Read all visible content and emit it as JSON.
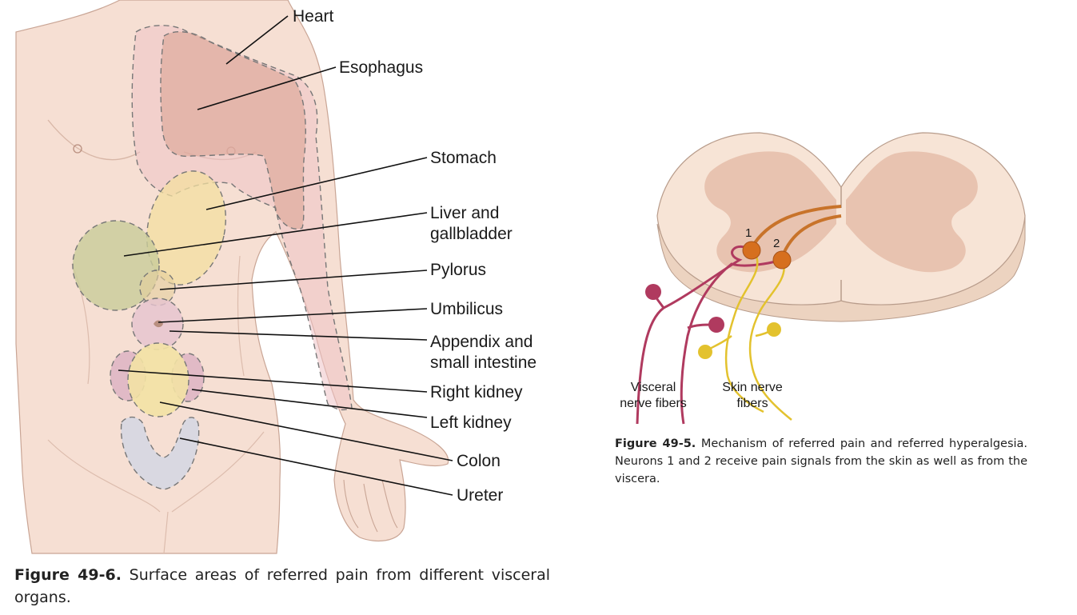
{
  "figure_left": {
    "labels": {
      "heart": "Heart",
      "esophagus": "Esophagus",
      "stomach": "Stomach",
      "liver_1": "Liver and",
      "liver_2": "gallbladder",
      "pylorus": "Pylorus",
      "umbilicus": "Umbilicus",
      "appendix_1": "Appendix and",
      "appendix_2": "small intestine",
      "right_kidney": "Right kidney",
      "left_kidney": "Left kidney",
      "colon": "Colon",
      "ureter": "Ureter"
    },
    "caption_label": "Figure 49-6.",
    "caption_text": "Surface areas of referred pain from different visceral organs."
  },
  "figure_right": {
    "neuron_1": "1",
    "neuron_2": "2",
    "visceral_1": "Visceral",
    "visceral_2": "nerve fibers",
    "skin_1": "Skin nerve",
    "skin_2": "fibers",
    "caption_label": "Figure 49-5.",
    "caption_text": "Mechanism of referred pain and referred hyperalgesia. Neurons 1 and 2 receive pain signals from the skin as well as from the viscera."
  },
  "colors": {
    "skin": "#f6dfd3",
    "heart_zone": "#d9a08f",
    "stomach_zone": "#f3dfa0",
    "liver_zone": "#c9cc9a",
    "kidney_zone": "#dfb6c4",
    "ureter_zone": "#d7d7e2",
    "visceral_fiber": "#b03a5f",
    "skin_fiber": "#e3c22e",
    "neuron": "#d66f1e"
  }
}
